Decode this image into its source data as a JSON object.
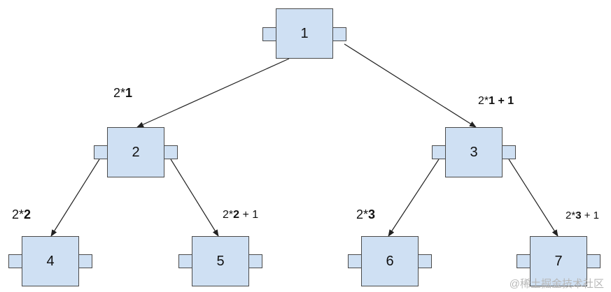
{
  "nodes": [
    {
      "id": "1",
      "label": "1"
    },
    {
      "id": "2",
      "label": "2"
    },
    {
      "id": "3",
      "label": "3"
    },
    {
      "id": "4",
      "label": "4"
    },
    {
      "id": "5",
      "label": "5"
    },
    {
      "id": "6",
      "label": "6"
    },
    {
      "id": "7",
      "label": "7"
    }
  ],
  "edges": [
    {
      "from": "1",
      "to": "2"
    },
    {
      "from": "1",
      "to": "3"
    },
    {
      "from": "2",
      "to": "4"
    },
    {
      "from": "2",
      "to": "5"
    },
    {
      "from": "3",
      "to": "6"
    },
    {
      "from": "3",
      "to": "7"
    }
  ],
  "edge_labels": {
    "to2": {
      "prefix": "2*",
      "bold": "1",
      "suffix": ""
    },
    "to3": {
      "prefix": "2*",
      "bold": "1 + 1",
      "suffix": ""
    },
    "to4": {
      "prefix": "2*",
      "bold": "2",
      "suffix": ""
    },
    "to5": {
      "prefix": "2*",
      "bold": "2",
      "suffix": " + 1"
    },
    "to6": {
      "prefix": "2*",
      "bold": "3",
      "suffix": ""
    },
    "to7": {
      "prefix": "2*",
      "bold": "3",
      "suffix": " + 1"
    }
  },
  "watermark": "@稀土掘金技术社区",
  "colors": {
    "node_fill": "#cfe0f3",
    "node_border": "#4a4a4a",
    "edge": "#222222"
  }
}
